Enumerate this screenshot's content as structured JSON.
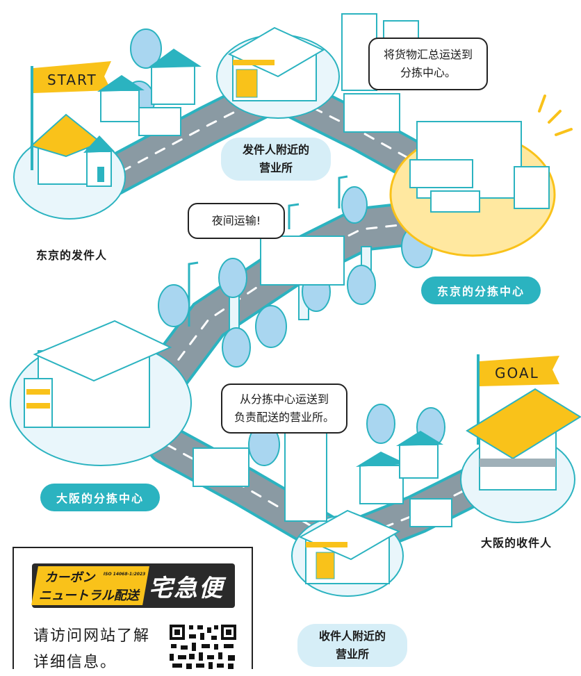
{
  "flags": {
    "start": "START",
    "goal": "GOAL"
  },
  "labels": {
    "tokyo_sender": "东京的发件人",
    "sender_office": [
      "发件人附近的",
      "营业所"
    ],
    "tokyo_hub": "东京的分拣中心",
    "osaka_hub": "大阪的分拣中心",
    "osaka_receiver": "大阪的收件人",
    "receiver_office": [
      "收件人附近的",
      "营业所"
    ]
  },
  "bubbles": {
    "consolidate": [
      "将货物汇总运送到",
      "分拣中心。"
    ],
    "night": "夜间运输!",
    "deliver": [
      "从分拣中心运送到",
      "负责配送的营业所。"
    ]
  },
  "info": {
    "badge_line1": "カーボン",
    "badge_line2": "ニュートラル配送",
    "badge_iso": "ISO 14068-1:2023",
    "badge_brand": "宅急便",
    "text_lines": [
      "请访问网站了解",
      "详细信息。"
    ]
  },
  "colors": {
    "teal": "#2bb3c0",
    "light_blue": "#d6eef7",
    "yellow": "#f9c21a",
    "road": "#8a9aa3",
    "tree": "#a9d6f0"
  }
}
